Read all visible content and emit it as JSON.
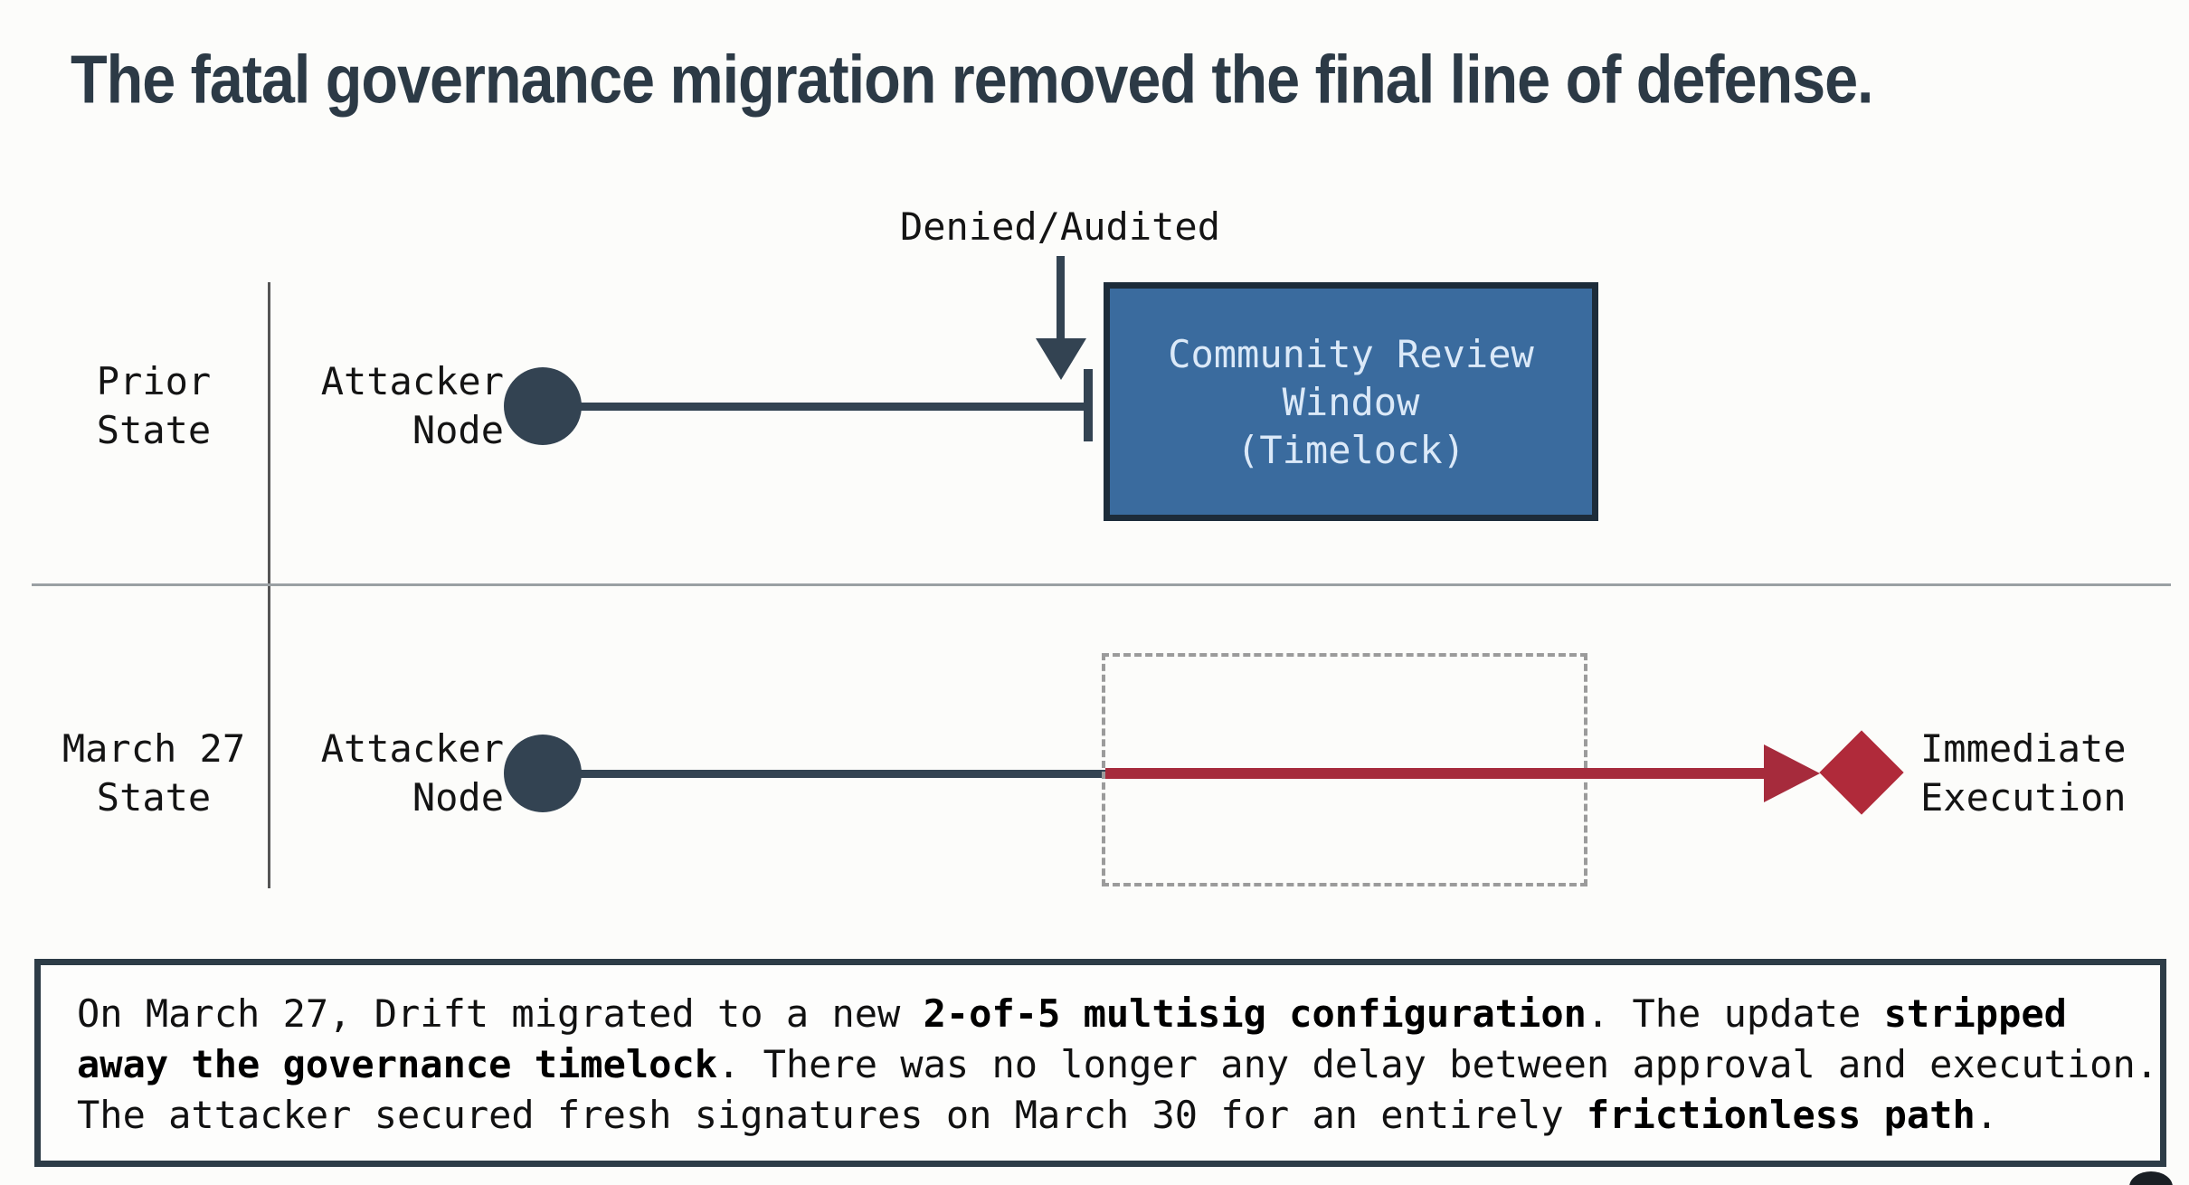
{
  "title": "The fatal governance migration removed the final line of defense.",
  "colors": {
    "background": "#fcfcfa",
    "title_text": "#2c3a46",
    "node_and_line_dark": "#334352",
    "axis_line": "#555555",
    "divider_line": "#9aa0a3",
    "timelock_box_fill": "#3a6b9e",
    "timelock_box_border": "#1d2c3a",
    "timelock_box_text": "#dbe9f8",
    "attack_red": "#a62b3c",
    "diamond_red": "#b02a3a",
    "dashed_box": "#9b9b9b",
    "note_border": "#2d3c47",
    "body_text": "#141414"
  },
  "diagram": {
    "rows": [
      {
        "label_line1": "Prior",
        "label_line2": "State",
        "node_label_line1": "Attacker",
        "node_label_line2": "Node"
      },
      {
        "label_line1": "March 27",
        "label_line2": "State",
        "node_label_line1": "Attacker",
        "node_label_line2": "Node"
      }
    ],
    "denied_label": "Denied/Audited",
    "timelock_box": {
      "line1": "Community Review",
      "line2": "Window",
      "line3": "(Timelock)"
    },
    "execution_label": {
      "line1": "Immediate",
      "line2": "Execution"
    }
  },
  "note": {
    "lines": [
      [
        {
          "text": "On March 27, Drift migrated to a new ",
          "bold": false
        },
        {
          "text": "2-of-5 multisig configuration",
          "bold": true
        },
        {
          "text": ". The update ",
          "bold": false
        },
        {
          "text": "stripped",
          "bold": true
        }
      ],
      [
        {
          "text": "away the governance timelock",
          "bold": true
        },
        {
          "text": ". There was no longer any delay between approval and execution.",
          "bold": false
        }
      ],
      [
        {
          "text": "The attacker secured fresh signatures on March 30 for an entirely ",
          "bold": false
        },
        {
          "text": "frictionless path",
          "bold": true
        },
        {
          "text": ".",
          "bold": false
        }
      ]
    ]
  }
}
